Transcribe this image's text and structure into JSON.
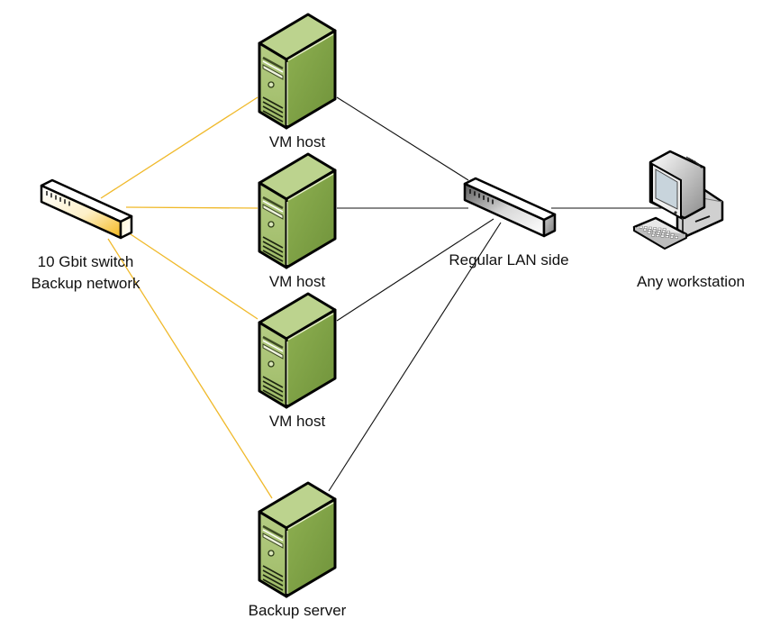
{
  "diagram": {
    "title": "",
    "colors": {
      "backup_link": "#F0B92A",
      "lan_link": "#111111",
      "server_front": "#A7C272",
      "server_side": "#86A84A",
      "server_top": "#BCD38E",
      "switch_backup_tint": "#F5B81C",
      "switch_lan_tint": "#6E6E6E"
    },
    "nodes": [
      {
        "id": "vm1",
        "type": "server-icon",
        "label": "VM host"
      },
      {
        "id": "vm2",
        "type": "server-icon",
        "label": "VM host"
      },
      {
        "id": "vm3",
        "type": "server-icon",
        "label": "VM host"
      },
      {
        "id": "backup",
        "type": "server-icon",
        "label": "Backup server"
      },
      {
        "id": "bswitch",
        "type": "switch-icon",
        "label_lines": [
          "10 Gbit switch",
          "Backup network"
        ]
      },
      {
        "id": "lswitch",
        "type": "switch-icon",
        "label": "Regular LAN side"
      },
      {
        "id": "ws",
        "type": "workstation-icon",
        "label": "Any workstation"
      }
    ],
    "edges": [
      {
        "from": "bswitch",
        "to": "vm1",
        "network": "backup"
      },
      {
        "from": "bswitch",
        "to": "vm2",
        "network": "backup"
      },
      {
        "from": "bswitch",
        "to": "vm3",
        "network": "backup"
      },
      {
        "from": "bswitch",
        "to": "backup",
        "network": "backup"
      },
      {
        "from": "lswitch",
        "to": "vm1",
        "network": "lan"
      },
      {
        "from": "lswitch",
        "to": "vm2",
        "network": "lan"
      },
      {
        "from": "lswitch",
        "to": "vm3",
        "network": "lan"
      },
      {
        "from": "lswitch",
        "to": "backup",
        "network": "lan"
      },
      {
        "from": "lswitch",
        "to": "ws",
        "network": "lan"
      }
    ]
  }
}
